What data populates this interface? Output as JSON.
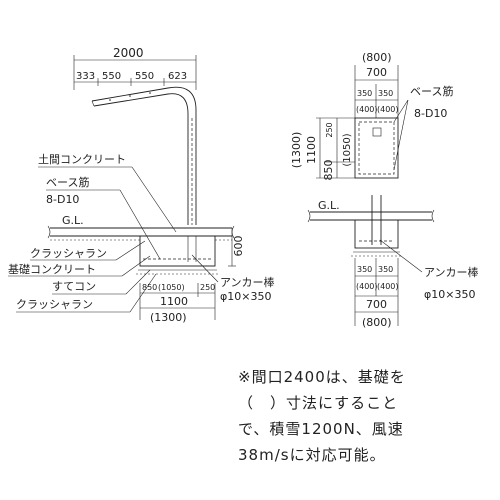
{
  "side_view": {
    "width_total": "2000",
    "seg_1": "333",
    "seg_2": "550",
    "seg_3": "550",
    "seg_4": "623",
    "label_doma": "土間コンクリート",
    "label_base_rebar": "ベース筋",
    "label_rebar_spec": "8-D10",
    "label_gl": "G.L.",
    "label_crusher_1": "クラッシャラン",
    "label_foundation": "基礎コンクリート",
    "label_sutekon": "すてコン",
    "label_crusher_2": "クラッシャラン",
    "depth": "600",
    "base_a": "850",
    "base_a_alt": "(1050)",
    "base_b": "250",
    "base_total": "1100",
    "base_total_alt": "(1300)",
    "anchor_label": "アンカー棒",
    "anchor_spec": "φ10×350"
  },
  "front_view": {
    "top_alt": "(800)",
    "top": "700",
    "c1": "350",
    "c1_alt": "(400)",
    "c2": "350",
    "c2_alt": "(400)",
    "base_rebar": "ベース筋",
    "rebar_spec": "8-D10",
    "left_alt": "(1300)",
    "left": "1100",
    "r1": "850",
    "r1_alt": "(1050)",
    "r2": "250",
    "gl": "G.L.",
    "b1": "350",
    "b1_alt": "(400)",
    "b2": "350",
    "b2_alt": "(400)",
    "anchor": "アンカー棒",
    "anchor_spec": "φ10×350",
    "bottom": "700",
    "bottom_alt": "(800)"
  },
  "note": {
    "line1": "※間口2400は、基礎を",
    "line2": "（　）寸法にすること",
    "line3": "で、積雪1200N、風速",
    "line4": "38m/sに対応可能。"
  }
}
